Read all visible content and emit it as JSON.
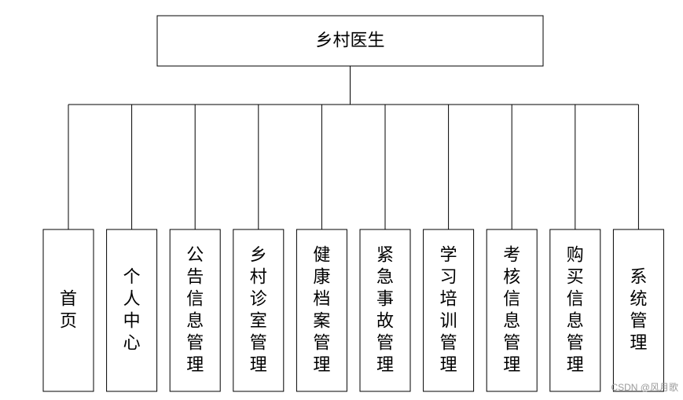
{
  "root": {
    "label": "乡村医生"
  },
  "modules": [
    {
      "label": "首页"
    },
    {
      "label": "个人中心"
    },
    {
      "label": "公告信息管理"
    },
    {
      "label": "乡村诊室管理"
    },
    {
      "label": "健康档案管理"
    },
    {
      "label": "紧急事故管理"
    },
    {
      "label": "学习培训管理"
    },
    {
      "label": "考核信息管理"
    },
    {
      "label": "购买信息管理"
    },
    {
      "label": "系统管理"
    }
  ],
  "watermark": {
    "text": "CSDN @风月歌"
  },
  "colors": {
    "stroke": "#000000",
    "text": "#000000",
    "background": "#ffffff"
  }
}
